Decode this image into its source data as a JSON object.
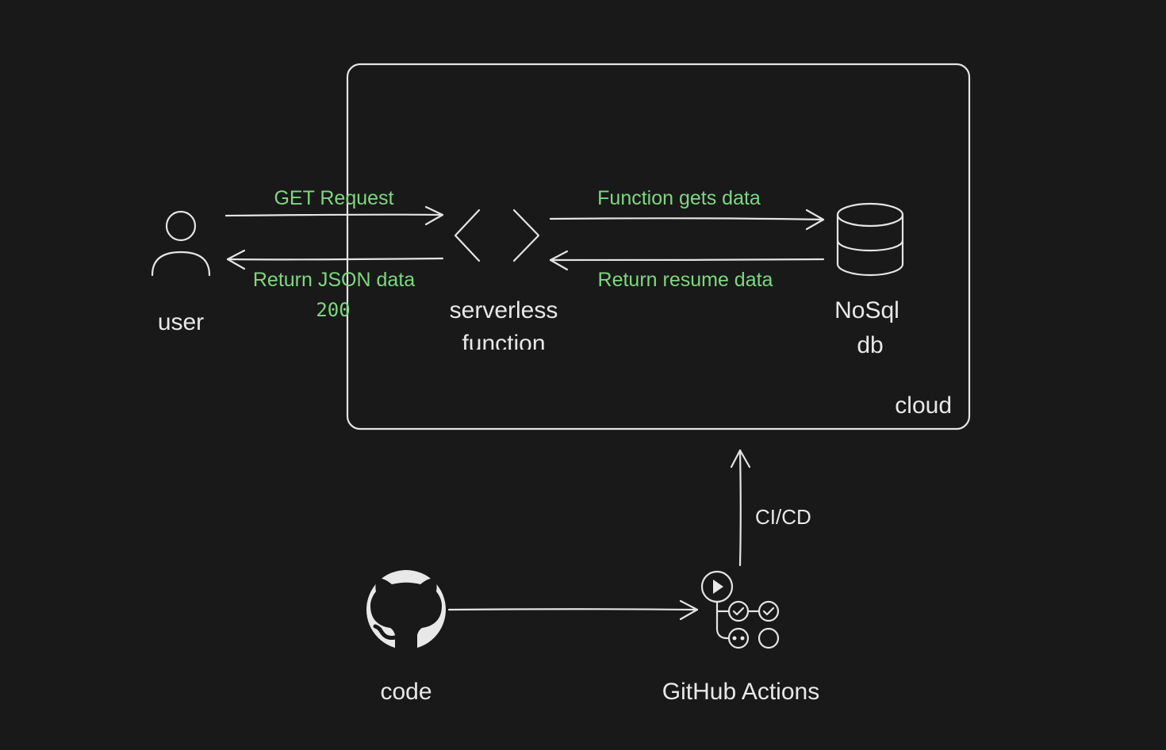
{
  "colors": {
    "background": "#191919",
    "stroke": "#e4e4e4",
    "text": "#e8e8e8",
    "accent_text": "#7dd87f"
  },
  "nodes": {
    "user": {
      "label": "user",
      "icon": "user-icon"
    },
    "serverless": {
      "label_line1": "serverless",
      "label_line2": "function",
      "icon": "code-brackets-icon"
    },
    "database": {
      "label_line1": "NoSql",
      "label_line2": "db",
      "icon": "database-icon"
    },
    "cloud": {
      "label": "cloud"
    },
    "code": {
      "label": "code",
      "icon": "github-icon"
    },
    "actions": {
      "label": "GitHub Actions",
      "icon": "github-actions-icon"
    }
  },
  "edges": {
    "get_request": {
      "label": "GET Request"
    },
    "return_json": {
      "label_line1": "Return JSON data",
      "label_line2": "200"
    },
    "function_gets_data": {
      "label": "Function gets data"
    },
    "return_resume": {
      "label": "Return resume data"
    },
    "cicd": {
      "label": "CI/CD"
    }
  }
}
